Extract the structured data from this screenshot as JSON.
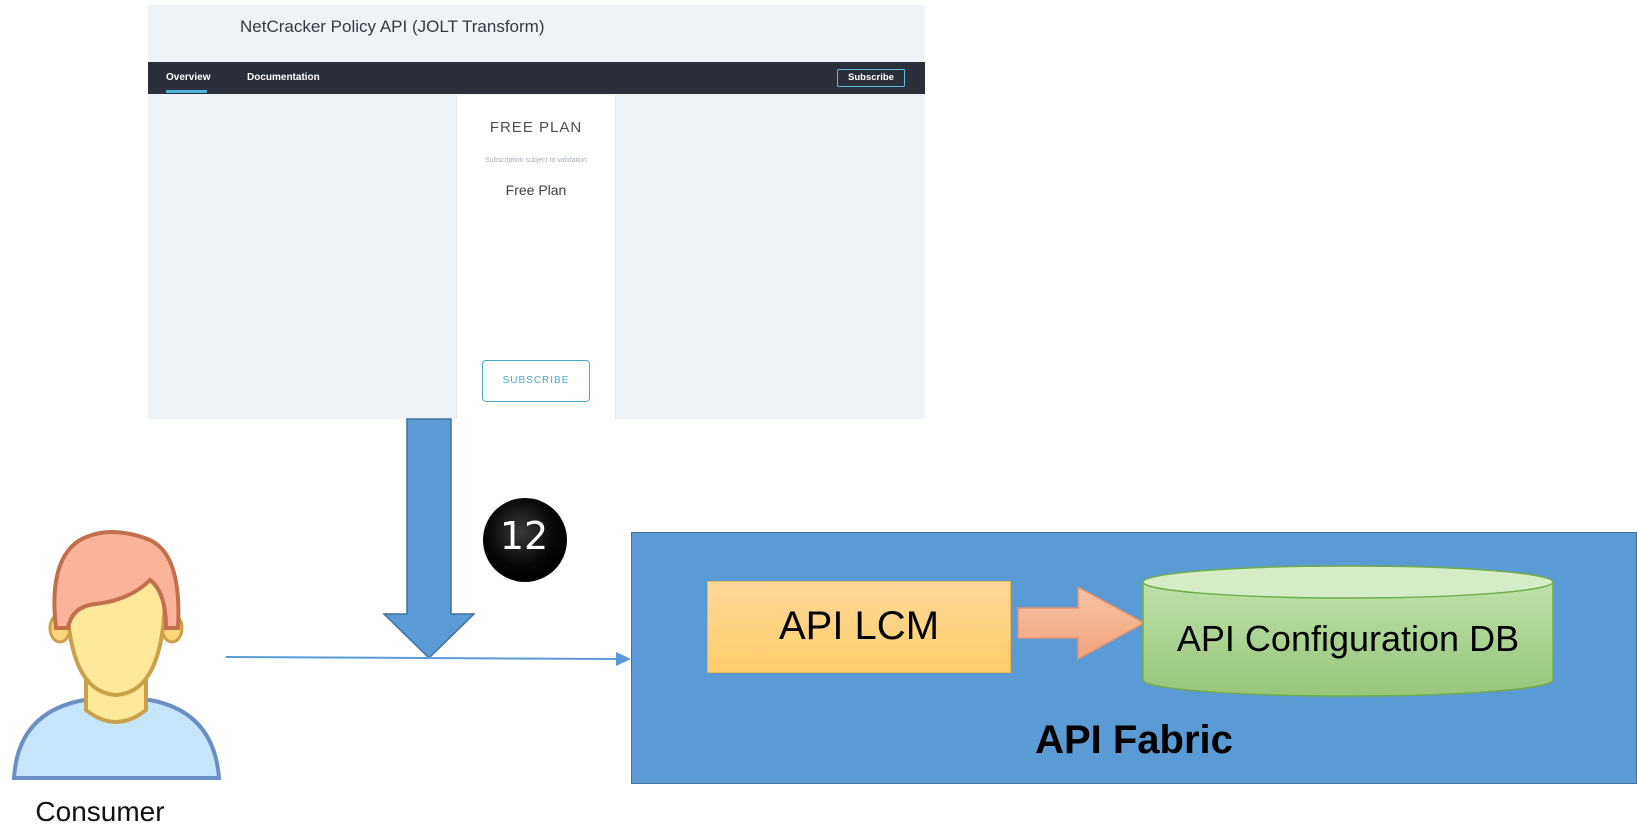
{
  "portal": {
    "title": "NetCracker Policy API (JOLT Transform)",
    "tabs": [
      {
        "label": "Overview",
        "active": true
      },
      {
        "label": "Documentation",
        "active": false
      }
    ],
    "subscribe_label": "Subscribe",
    "plan": {
      "name": "FREE PLAN",
      "note": "Subscription subject to validation",
      "title": "Free Plan",
      "button_label": "SUBSCRIBE"
    }
  },
  "diagram": {
    "step_number": "12",
    "api_lcm": "API LCM",
    "config_db": "API Configuration DB",
    "fabric": "API Fabric",
    "consumer": "Consumer"
  },
  "colors": {
    "nav_bg": "#2b2f3a",
    "accent": "#5bc0de",
    "fabric_fill": "#5b9bd5",
    "lcm_fill": "#ffcd6b",
    "db_fill": "#a9d18e",
    "arrow_fill": "#f4b183"
  }
}
